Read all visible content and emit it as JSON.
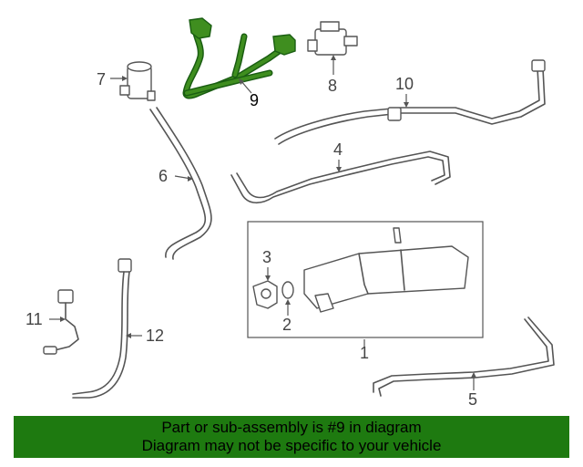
{
  "diagram": {
    "callouts": [
      {
        "id": "1",
        "label": "1"
      },
      {
        "id": "2",
        "label": "2"
      },
      {
        "id": "3",
        "label": "3"
      },
      {
        "id": "4",
        "label": "4"
      },
      {
        "id": "5",
        "label": "5"
      },
      {
        "id": "6",
        "label": "6"
      },
      {
        "id": "7",
        "label": "7"
      },
      {
        "id": "8",
        "label": "8"
      },
      {
        "id": "9",
        "label": "9",
        "highlighted": true
      },
      {
        "id": "10",
        "label": "10"
      },
      {
        "id": "11",
        "label": "11"
      },
      {
        "id": "12",
        "label": "12"
      }
    ],
    "highlight_color": "#3f8e1f"
  },
  "footer": {
    "line1": "Part or sub-assembly is #9 in diagram",
    "line2": "Diagram may not be specific to your vehicle",
    "background_color": "#1e7a10"
  }
}
